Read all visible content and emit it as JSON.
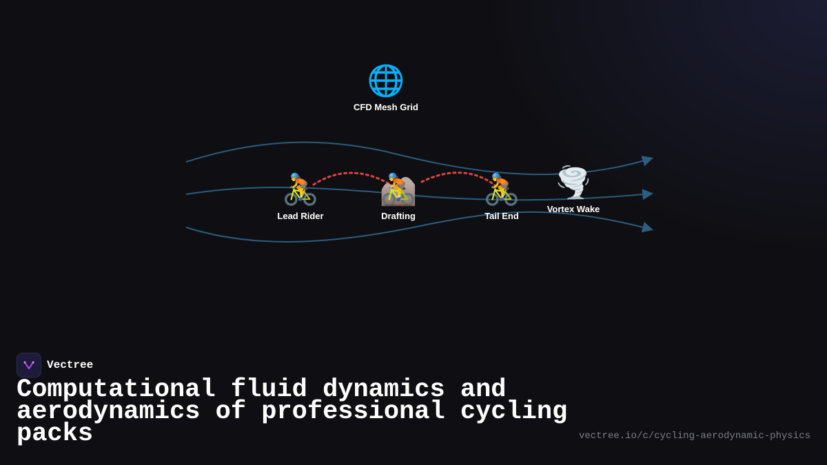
{
  "diagram": {
    "nodes": {
      "cfd": {
        "label": "CFD Mesh Grid",
        "icon": "globe-icon",
        "glyph": "🌐"
      },
      "lead": {
        "label": "Lead Rider",
        "icon": "cyclist-icon",
        "glyph": "🚴"
      },
      "drafting": {
        "label": "Drafting",
        "icon": "mountain-biker-icon",
        "glyph": "🚵"
      },
      "tail": {
        "label": "Tail End",
        "icon": "cyclist-icon",
        "glyph": "🚴"
      },
      "vortex": {
        "label": "Vortex Wake",
        "icon": "tornado-icon",
        "glyph": "🌪️"
      }
    },
    "colors": {
      "streamline": "#2a5d80",
      "draft_link": "#e0443f"
    }
  },
  "brand": {
    "name": "Vectree"
  },
  "headline": "Computational fluid dynamics and aerodynamics of professional cycling packs",
  "url": "vectree.io/c/cycling-aerodynamic-physics"
}
